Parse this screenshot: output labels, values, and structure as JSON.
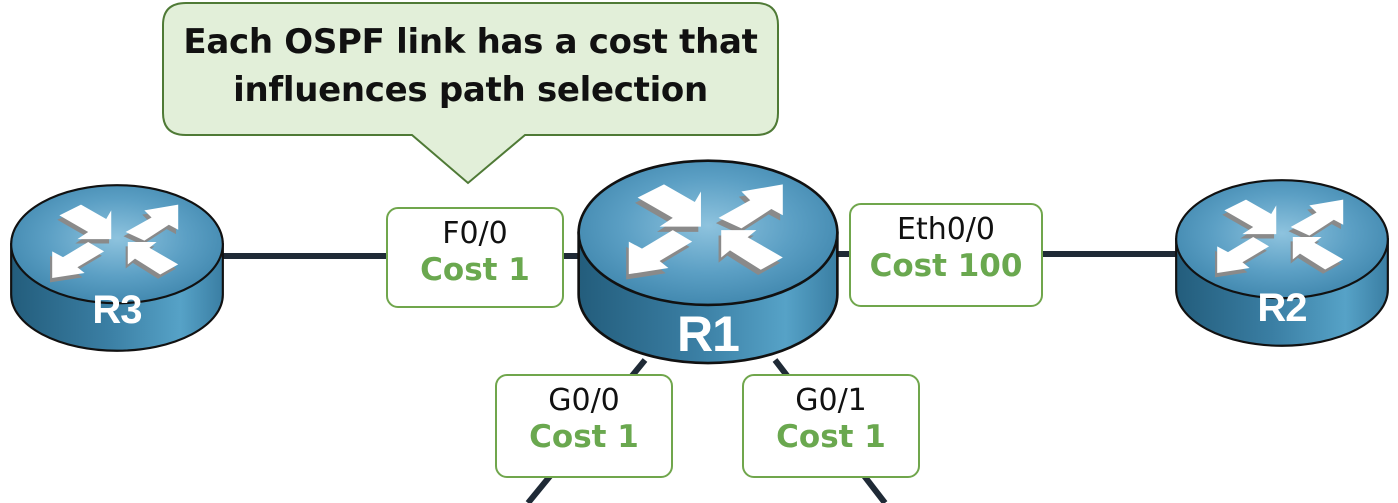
{
  "diagram": {
    "title": "OSPF link cost",
    "callout": {
      "line1": "Each OSPF link has a cost that",
      "line2": "influences path selection"
    },
    "routers": [
      {
        "id": "r3",
        "label": "R3"
      },
      {
        "id": "r1",
        "label": "R1"
      },
      {
        "id": "r2",
        "label": "R2"
      }
    ],
    "interfaces": [
      {
        "id": "f0-0",
        "name": "F0/0",
        "cost": "Cost 1"
      },
      {
        "id": "eth0-0",
        "name": "Eth0/0",
        "cost": "Cost 100"
      },
      {
        "id": "g0-0",
        "name": "G0/0",
        "cost": "Cost 1"
      },
      {
        "id": "g0-1",
        "name": "G0/1",
        "cost": "Cost 1"
      }
    ],
    "links": [
      {
        "from": "R3",
        "to": "R1",
        "interface": "F0/0"
      },
      {
        "from": "R1",
        "to": "R2",
        "interface": "Eth0/0"
      },
      {
        "from": "R1",
        "to": "off-diagram",
        "interface": "G0/0"
      },
      {
        "from": "R1",
        "to": "off-diagram",
        "interface": "G0/1"
      }
    ],
    "colors": {
      "callout_fill": "#e2efd9",
      "callout_border": "#4f7a36",
      "box_border": "#70a64c",
      "cost_text": "#6aa84f",
      "link": "#1f2a36",
      "router_top": "#4b95bd",
      "router_side": "#2f6f91"
    }
  }
}
